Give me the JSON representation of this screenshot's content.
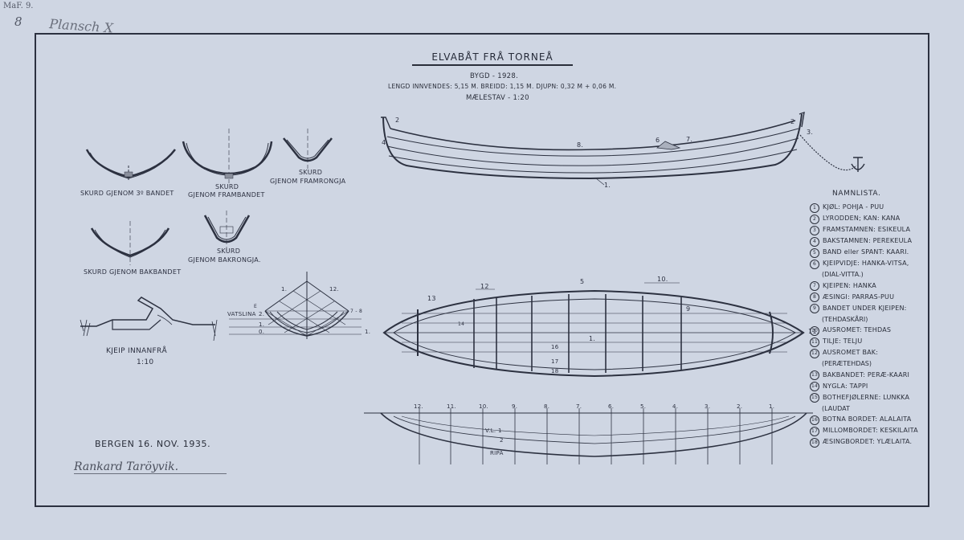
{
  "corner": {
    "code": "MaF. 9.",
    "number": "8",
    "plansch": "Plansch X"
  },
  "title": "ELVABÅT FRÅ TORNEÅ",
  "built": "BYGD - 1928.",
  "dimensions": "LENGD INNVENDES: 5,15 M. BREIDD: 1,15 M. DJUPN: 0,32 M + 0,06 M.",
  "scale": "MÆLESTAV - 1:20",
  "sections": {
    "s1": "SKURD GJENOM 3º BANDET",
    "s2a": "SKURD",
    "s2b": "GJENOM FRAMBANDET",
    "s3a": "SKURD",
    "s3b": "GJENOM FRAMRONGJA",
    "s4": "SKURD GJENOM BAKBANDET",
    "s5a": "SKURD",
    "s5b": "GJENOM BAKRONGJA."
  },
  "kjeip": {
    "label": "KJEIP INNANFRÅ",
    "scale": "1:10"
  },
  "body_plan": {
    "left_num": "1.",
    "right_num": "12.",
    "vatslina": "VATSLINA",
    "w2": "2.",
    "w1": "1.",
    "w0": "0.",
    "w1r": "1.",
    "tick_e": "E",
    "right_code": "7 - 8"
  },
  "profile": {
    "n2a": "2",
    "n2b": "2",
    "n3": "3.",
    "n4": "4",
    "n8": "8.",
    "n6": "6",
    "n7": "7.",
    "n1": "1."
  },
  "plan": {
    "n13": "13",
    "n12": "12",
    "n5": "5",
    "n10": "10.",
    "n9": "9",
    "n14": "14",
    "n11": "11.",
    "n1": "1.",
    "n16": "16",
    "n17": "17",
    "n18": "18"
  },
  "lines": {
    "stations": [
      "12.",
      "11.",
      "10.",
      "9.",
      "8.",
      "7.",
      "6.",
      "5.",
      "4.",
      "3.",
      "2.",
      "1."
    ],
    "vl1": "V.L. 1",
    "vl2": "2",
    "ripa": "RIPA"
  },
  "legend": {
    "heading": "NAMNLISTA.",
    "items": [
      {
        "n": "1",
        "t": "KJØL: POHJA - PUU"
      },
      {
        "n": "2",
        "t": "LYRODDEN; KAN: KANA"
      },
      {
        "n": "3",
        "t": "FRAMSTAMNEN: ESIKEULA"
      },
      {
        "n": "4",
        "t": "BAKSTAMNEN: PEREKEULA"
      },
      {
        "n": "5",
        "t": "BAND eller SPANT: KAARI."
      },
      {
        "n": "6",
        "t": "KJEIPVIDJE: HANKA-VITSA,"
      },
      {
        "n": "",
        "t": "(DIAL-VITTA.)"
      },
      {
        "n": "7",
        "t": "KJEIPEN: HANKA"
      },
      {
        "n": "8",
        "t": "ÆSINGI: PARRAS-PUU"
      },
      {
        "n": "9",
        "t": "BANDET UNDER KJEIPEN:"
      },
      {
        "n": "",
        "t": "(TEHDASKÅRI)"
      },
      {
        "n": "10",
        "t": "AUSROMET: TEHDAS"
      },
      {
        "n": "11",
        "t": "TILJE: TELJU"
      },
      {
        "n": "12",
        "t": "AUSROMET BAK:"
      },
      {
        "n": "",
        "t": "(PERÆTEHDAS)"
      },
      {
        "n": "13",
        "t": "BAKBANDET: PERÆ-KAARI"
      },
      {
        "n": "14",
        "t": "NYGLA: TAPPI"
      },
      {
        "n": "15",
        "t": "BOTHEFJØLERNE: LUNKKA"
      },
      {
        "n": "",
        "t": "(LAUDAT"
      },
      {
        "n": "16",
        "t": "BOTNA BORDET: ALALAITA"
      },
      {
        "n": "17",
        "t": "MILLOMBORDET: KESKILAITA"
      },
      {
        "n": "18",
        "t": "ÆSINGBORDET: YLÆLAITA."
      }
    ]
  },
  "date": "BERGEN 16. NOV. 1935.",
  "signature": "Rankard Taröyvik."
}
